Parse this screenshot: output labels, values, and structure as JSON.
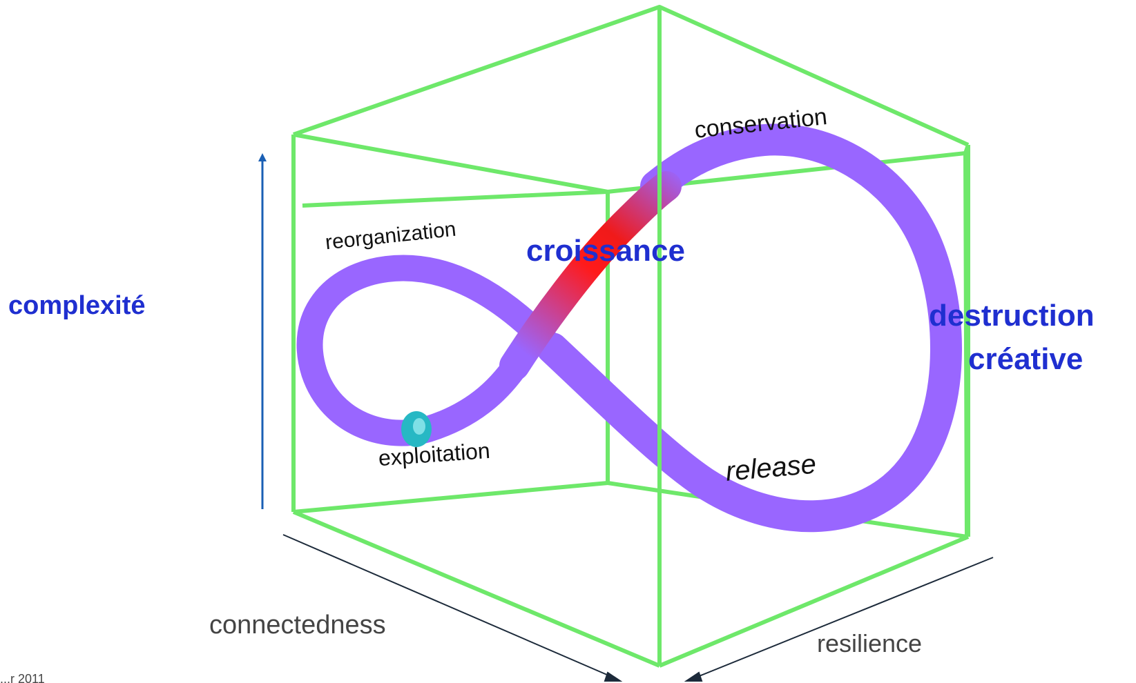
{
  "annotations": {
    "complexity": "complexité",
    "growth": "croissance",
    "creative_destruction_line1": "destruction",
    "creative_destruction_line2": "créative"
  },
  "phases": {
    "reorganization": "reorganization",
    "conservation": "conservation",
    "exploitation": "exploitation",
    "release": "release"
  },
  "axes": {
    "x": "connectedness",
    "z": "resilience"
  },
  "footer": {
    "partial_citation": "...r 2011"
  },
  "colors": {
    "cube_edges": "#6ee86a",
    "loop": "#9966ff",
    "growth_segment": "#ff1a1a",
    "marker": "#27b8c4",
    "annotation_text": "#1f2fd0",
    "complexity_arrow": "#1a5fb4",
    "axis_lines": "#1c2a3a"
  }
}
